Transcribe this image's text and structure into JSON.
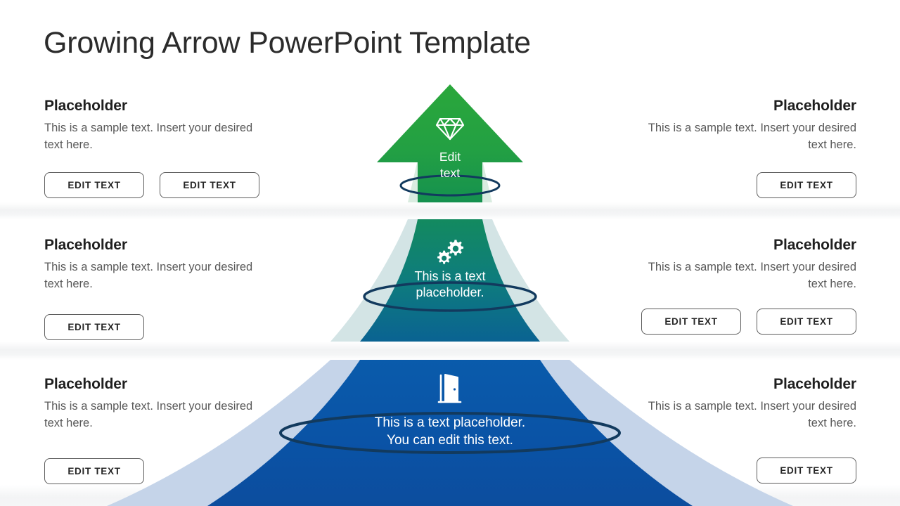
{
  "slide": {
    "title": "Growing Arrow PowerPoint Template",
    "background": "#ffffff"
  },
  "colors": {
    "arrow_top_green": "#2aa73b",
    "arrow_green_dark": "#169050",
    "arrow_teal": "#0d7a7f",
    "arrow_blue": "#0a5fa8",
    "arrow_blue_bright": "#0a57ae",
    "arrow_blue_deep": "#0d4ea0",
    "ring_navy": "#123a5e",
    "wing_green_light": "#d4e9da",
    "wing_teal_light": "#cfe2e6",
    "wing_blue_light": "#c3d3e8",
    "band_gray": "#f3f4f5",
    "heading_text": "#1f1f1f",
    "body_text": "#595959",
    "button_border": "#5d5d5d",
    "button_text": "#262626"
  },
  "rows": [
    {
      "id": "row-top",
      "left": {
        "heading": "Placeholder",
        "body": "This is a sample text. Insert your desired text here.",
        "buttons": [
          "EDIT TEXT",
          "EDIT TEXT"
        ]
      },
      "right": {
        "heading": "Placeholder",
        "body": "This is a sample text. Insert your desired text here.",
        "buttons": [
          "EDIT TEXT"
        ]
      },
      "center": {
        "icon": "diamond-gem-icon",
        "text": "Edit\ntext"
      }
    },
    {
      "id": "row-middle",
      "left": {
        "heading": "Placeholder",
        "body": "This is a sample text. Insert your desired text here.",
        "buttons": [
          "EDIT TEXT"
        ]
      },
      "right": {
        "heading": "Placeholder",
        "body": "This is a sample text. Insert your desired text here.",
        "buttons": [
          "EDIT TEXT",
          "EDIT TEXT"
        ]
      },
      "center": {
        "icon": "gears-icon",
        "text": "This is a text\nplaceholder."
      }
    },
    {
      "id": "row-bottom",
      "left": {
        "heading": "Placeholder",
        "body": "This is a sample text. Insert your desired text here.",
        "buttons": [
          "EDIT TEXT"
        ]
      },
      "right": {
        "heading": "Placeholder",
        "body": "This is a sample text. Insert your desired text here.",
        "buttons": [
          "EDIT TEXT"
        ]
      },
      "center": {
        "icon": "open-door-icon",
        "text": "This is a text placeholder.\nYou can edit this text."
      }
    }
  ],
  "text": {
    "r1_left_heading": "Placeholder",
    "r1_left_body": "This is a sample text. Insert your desired text here.",
    "r1_left_btn1": "EDIT TEXT",
    "r1_left_btn2": "EDIT TEXT",
    "r1_right_heading": "Placeholder",
    "r1_right_body": "This is a sample text. Insert your desired text here.",
    "r1_right_btn1": "EDIT TEXT",
    "r1_center_line1": "Edit",
    "r1_center_line2": "text",
    "r2_left_heading": "Placeholder",
    "r2_left_body": "This is a sample text. Insert your desired text here.",
    "r2_left_btn1": "EDIT TEXT",
    "r2_right_heading": "Placeholder",
    "r2_right_body": "This is a sample text. Insert your desired text here.",
    "r2_right_btn1": "EDIT TEXT",
    "r2_right_btn2": "EDIT TEXT",
    "r2_center_line1": "This is a text",
    "r2_center_line2": "placeholder.",
    "r3_left_heading": "Placeholder",
    "r3_left_body": "This is a sample text. Insert your desired text here.",
    "r3_left_btn1": "EDIT TEXT",
    "r3_right_heading": "Placeholder",
    "r3_right_body": "This is a sample text. Insert your desired text here.",
    "r3_right_btn1": "EDIT TEXT",
    "r3_center_line1": "This is a text placeholder.",
    "r3_center_line2": "You can edit this text."
  }
}
